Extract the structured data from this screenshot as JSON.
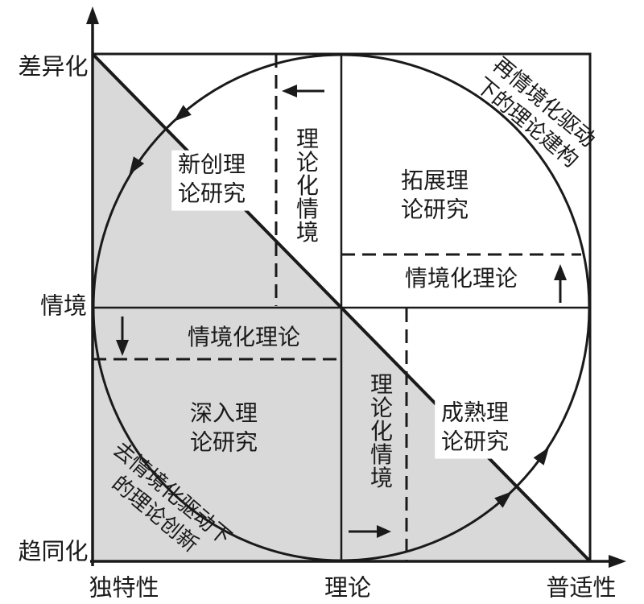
{
  "colors": {
    "line": "#1a1a1a",
    "shade": "#d9d9d9",
    "background": "#ffffff",
    "label_background": "#ffffff"
  },
  "axis_labels": {
    "y_top": "差异化",
    "y_middle": "情境",
    "y_bottom": "趋同化",
    "x_left": "独特性",
    "x_middle": "理论",
    "x_right": "普适性"
  },
  "quadrant_labels": {
    "top_left": "新创理论研究",
    "top_right": "拓展理论研究",
    "bottom_left": "深入理论研究",
    "bottom_right": "成熟理论研究"
  },
  "band_labels": {
    "contextualized_theory_upper": "情境化理论",
    "contextualized_theory_lower": "情境化理论",
    "theorizing_context_upper": "理论化情境",
    "theorizing_context_lower": "理论化情境"
  },
  "cycle_labels": {
    "recontextualization": "再情境化驱动下的理论建构",
    "decontextualization": "去情境化驱动下的理论创新"
  },
  "icons": {
    "axis_arrowhead": "triangle",
    "flow_arrowhead": "triangle",
    "guide_arrow_left": "left-arrow",
    "guide_arrow_up": "up-arrow",
    "guide_arrow_down": "down-arrow",
    "guide_arrow_right": "right-arrow"
  }
}
